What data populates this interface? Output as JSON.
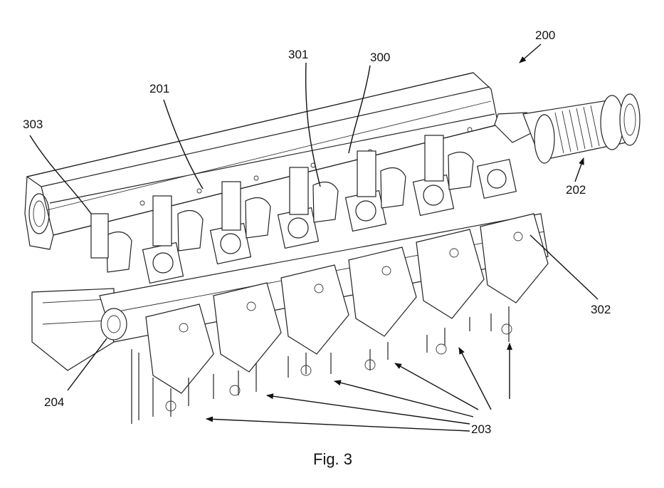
{
  "figure": {
    "caption": "Fig. 3",
    "labels": {
      "l200": "200",
      "l201": "201",
      "l202": "202",
      "l203": "203",
      "l204": "204",
      "l300": "300",
      "l301": "301",
      "l302": "302",
      "l303": "303"
    }
  }
}
